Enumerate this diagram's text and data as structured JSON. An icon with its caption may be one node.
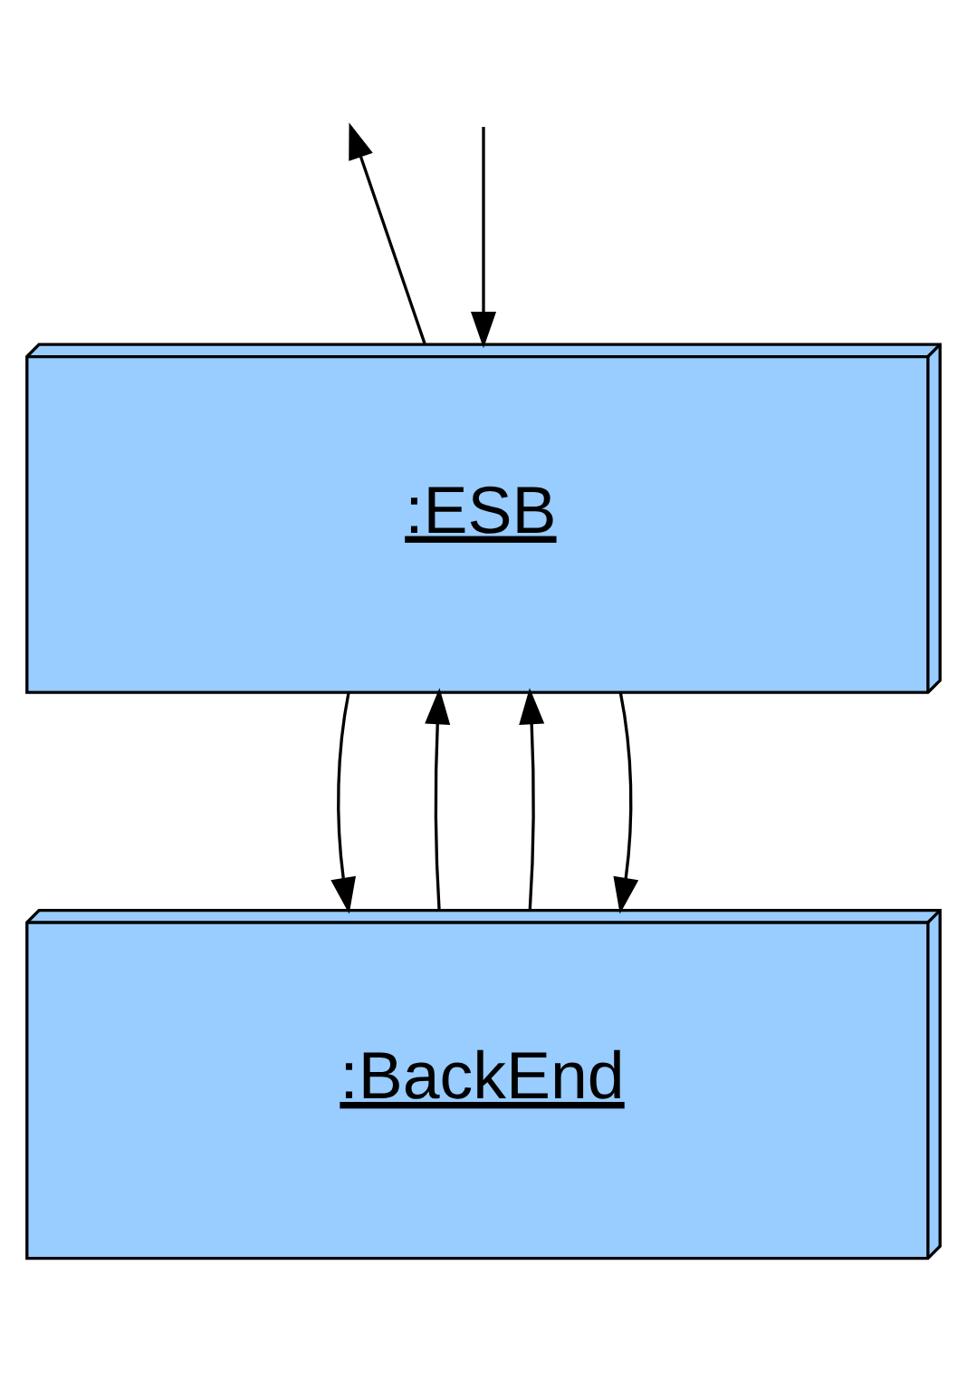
{
  "diagram": {
    "nodes": [
      {
        "text": [
          ":ESB"
        ]
      },
      {
        "text": [
          ":BackEnd"
        ]
      }
    ],
    "edges": [
      {
        "from": 0,
        "to": null,
        "arrow": "to"
      },
      {
        "from": null,
        "to": 0,
        "arrow": "to"
      },
      {
        "from": 0,
        "to": 1,
        "arrow": "to"
      },
      {
        "from": 1,
        "to": 0,
        "arrow": "to"
      },
      {
        "from": 1,
        "to": 0,
        "arrow": "to"
      },
      {
        "from": 0,
        "to": 1,
        "arrow": "to"
      }
    ]
  }
}
